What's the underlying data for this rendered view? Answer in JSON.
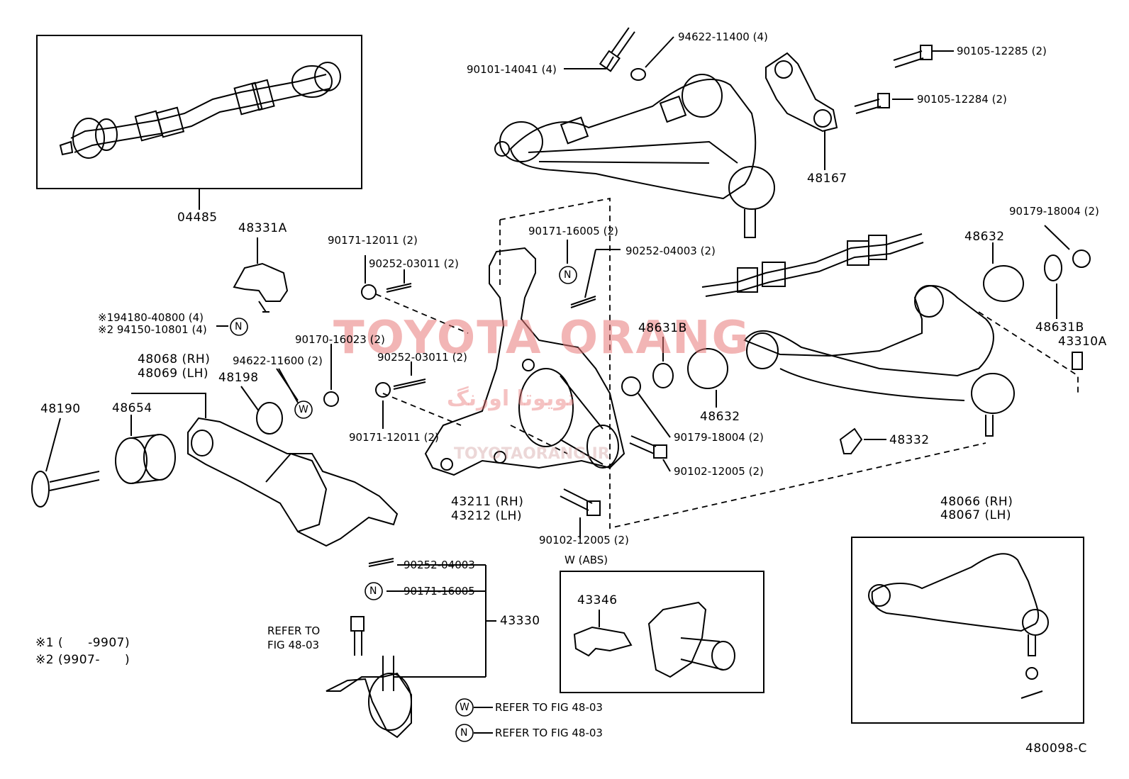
{
  "diagram_id": "480098-C",
  "watermark": {
    "main": "TOYOTA ORANG",
    "persian": "تویوتا اورنگ",
    "url": "TOYOTAORANG.IR"
  },
  "labels": {
    "p04485": "04485",
    "p48331a": "48331A",
    "p94180": "※194180-40800 (4)",
    "p94150": "※2 94150-10801 (4)",
    "p48068": "48068 (RH)",
    "p48069": "48069 (LH)",
    "p94622_11600": "94622-11600 (2)",
    "p48198": "48198",
    "p48190": "48190",
    "p48654": "48654",
    "p90171_12011_top": "90171-12011 (2)",
    "p90252_03011_top": "90252-03011 (2)",
    "p90170_16023": "90170-16023 (2)",
    "p90252_03011_mid": "90252-03011 (2)",
    "p90171_12011_mid": "90171-12011 (2)",
    "p43211": "43211 (RH)",
    "p43212": "43212 (LH)",
    "p90171_16005_top": "90171-16005 (2)",
    "p90252_04003_top": "90252-04003 (2)",
    "p48631b_left": "48631B",
    "p48632_low": "48632",
    "p90179_18004_low": "90179-18004 (2)",
    "p90102_12005_right": "90102-12005 (2)",
    "p90102_12005_bot": "90102-12005 (2)",
    "p90101_14041": "90101-14041 (4)",
    "p94622_11400": "94622-11400 (4)",
    "p48167": "48167",
    "p90105_12285": "90105-12285 (2)",
    "p90105_12284": "90105-12284 (2)",
    "p90179_18004_top": "90179-18004 (2)",
    "p48632_top": "48632",
    "p48631b_right": "48631B",
    "p43310a": "43310A",
    "p48332": "48332",
    "p48066": "48066 (RH)",
    "p48067": "48067 (LH)",
    "p90252_04003_bot": "90252-04003",
    "p90171_16005_bot": "90171-16005",
    "p43330": "43330",
    "refer_line1": "REFER TO",
    "refer_line2": "FIG 48-03",
    "w_refer": "REFER TO FIG 48-03",
    "n_refer": "REFER TO FIG 48-03",
    "w_abs": "W (ABS)",
    "p43346": "43346",
    "note1": "※1 (　　-9907)",
    "note2": "※2 (9907-　　)",
    "sym_n": "N",
    "sym_w": "W"
  }
}
